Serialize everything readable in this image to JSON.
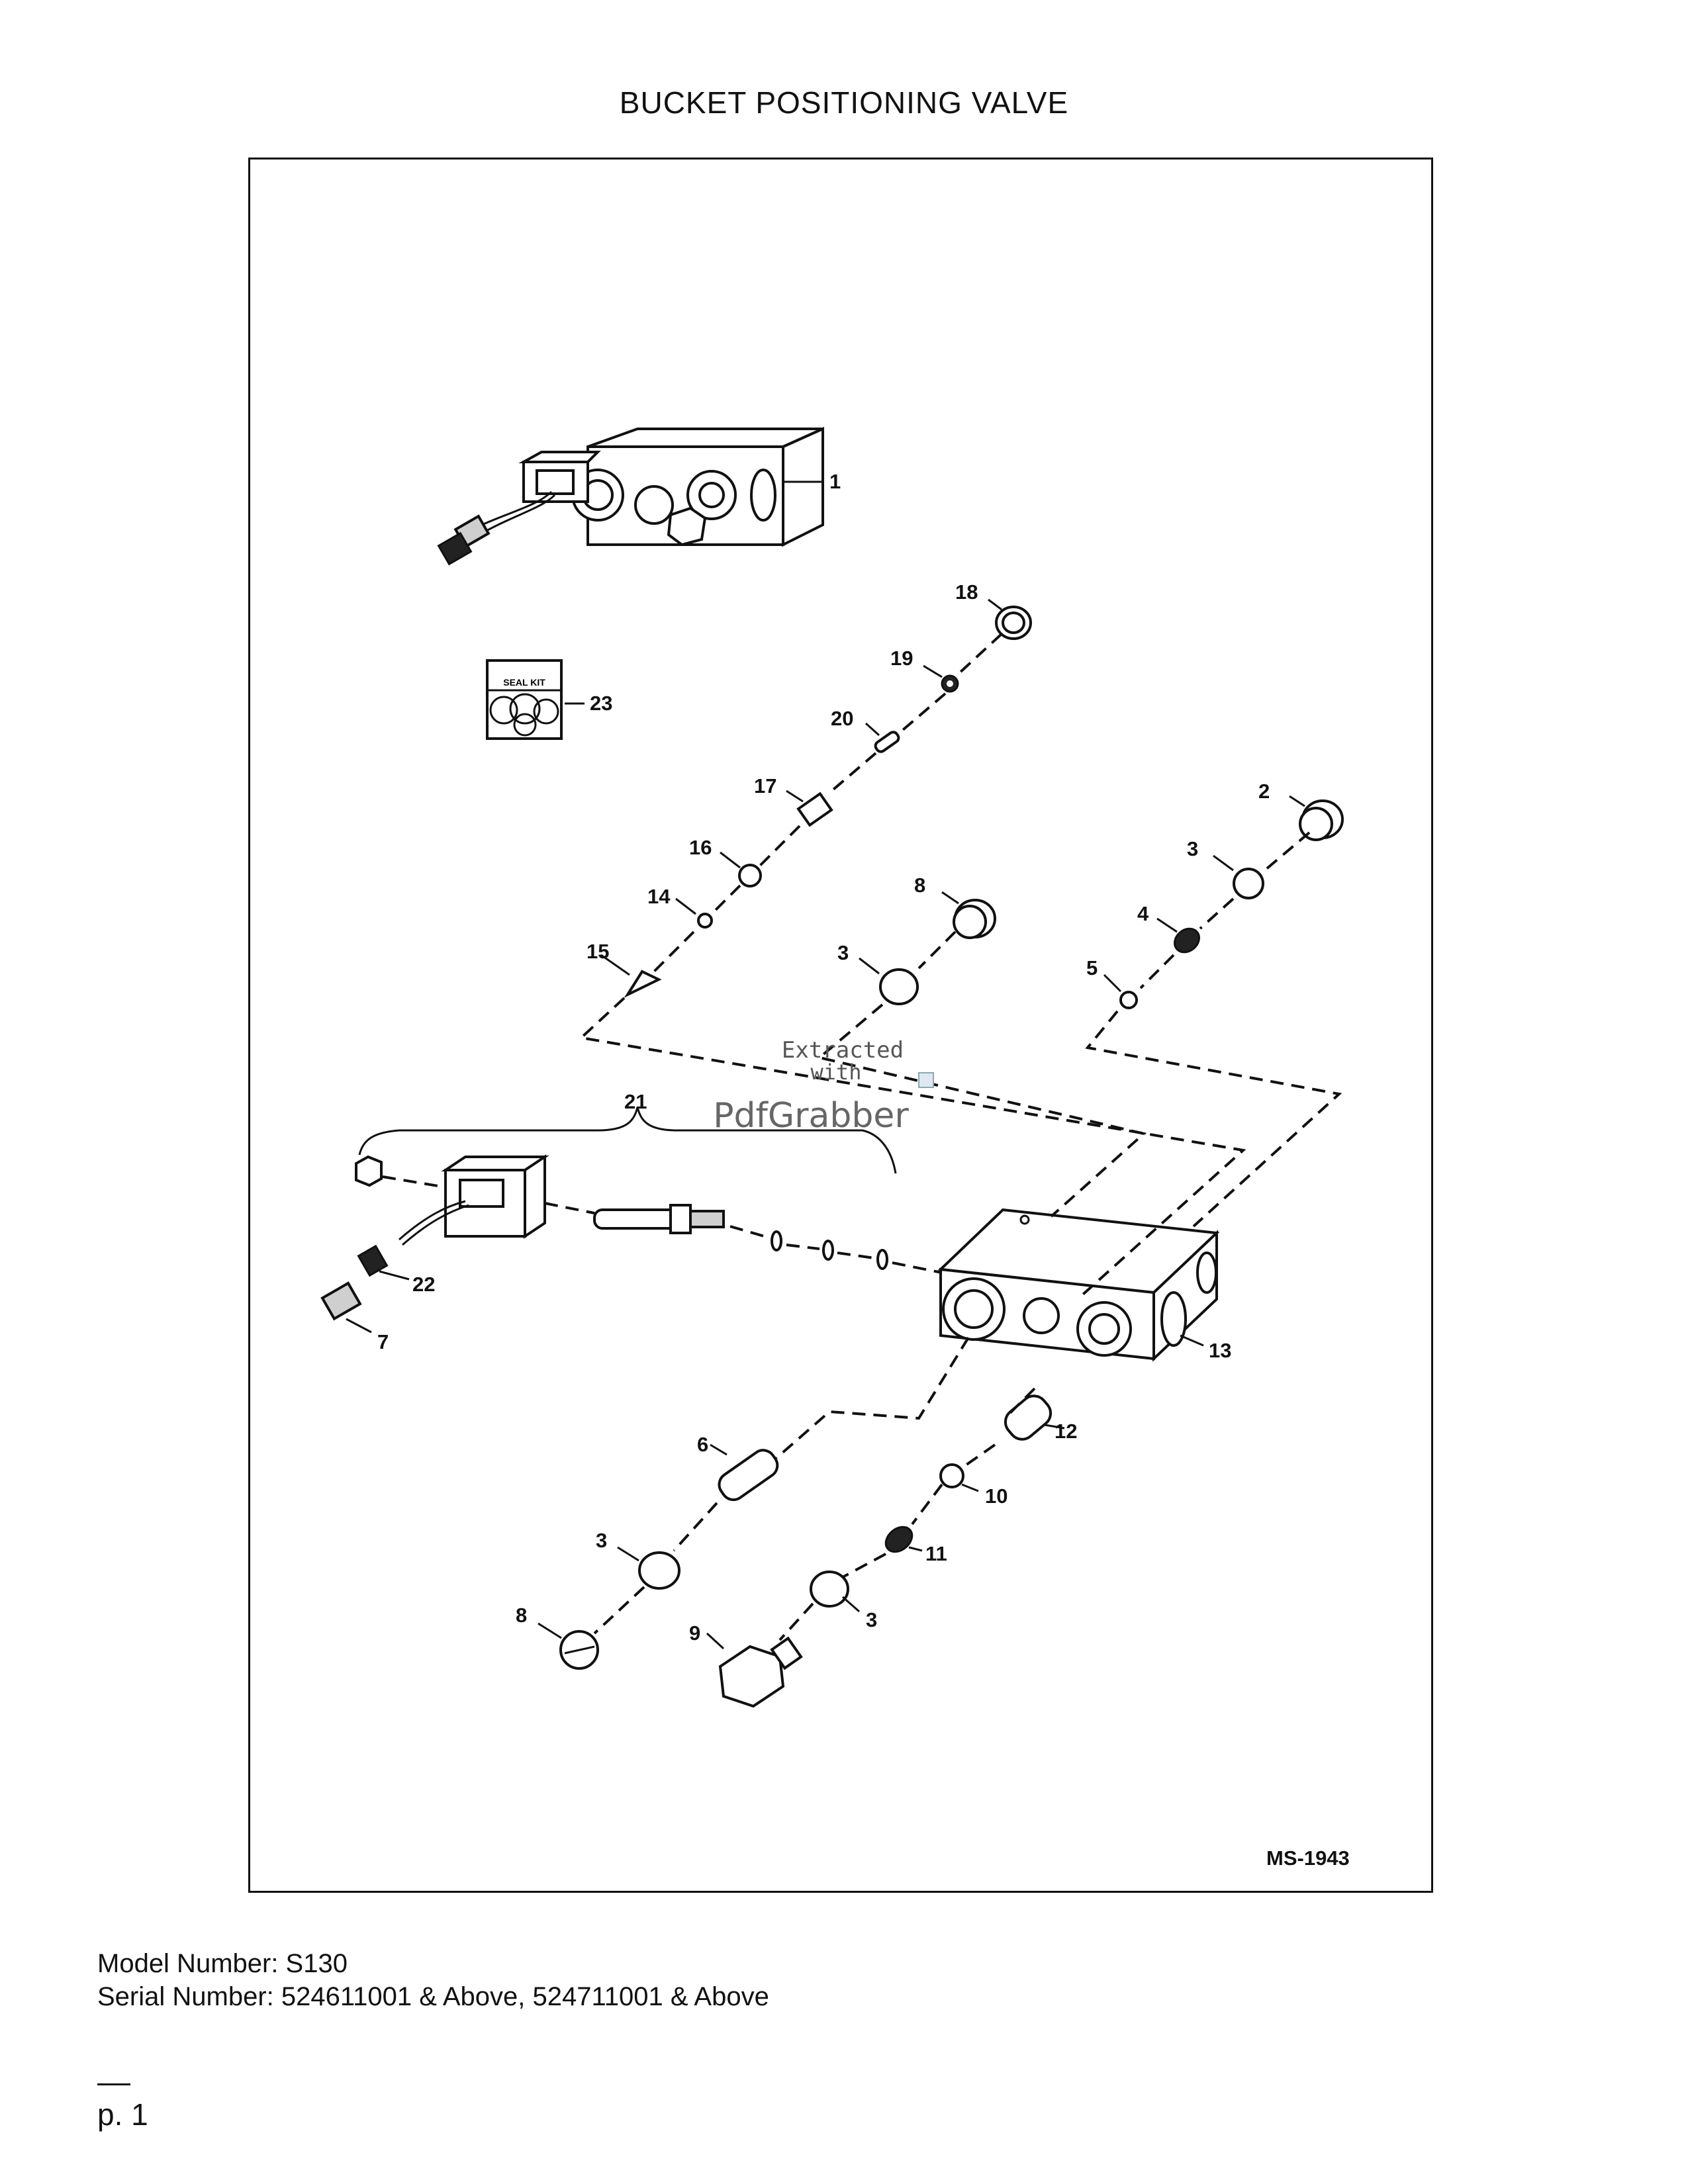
{
  "page": {
    "title": "BUCKET POSITIONING VALVE"
  },
  "diagram": {
    "drawing_number": "MS-1943",
    "seal_kit_label": "SEAL KIT",
    "callouts": [
      "1",
      "2",
      "3",
      "4",
      "5",
      "6",
      "7",
      "8",
      "9",
      "10",
      "11",
      "12",
      "13",
      "14",
      "15",
      "16",
      "17",
      "18",
      "19",
      "20",
      "21",
      "22",
      "23"
    ],
    "watermark": {
      "line1": "Extracted",
      "line2": "with",
      "brand": "PdfGrabber"
    }
  },
  "footer": {
    "model": "Model Number: S130",
    "serial": "Serial Number: 524611001 & Above, 524711001 & Above",
    "page": "p. 1"
  }
}
